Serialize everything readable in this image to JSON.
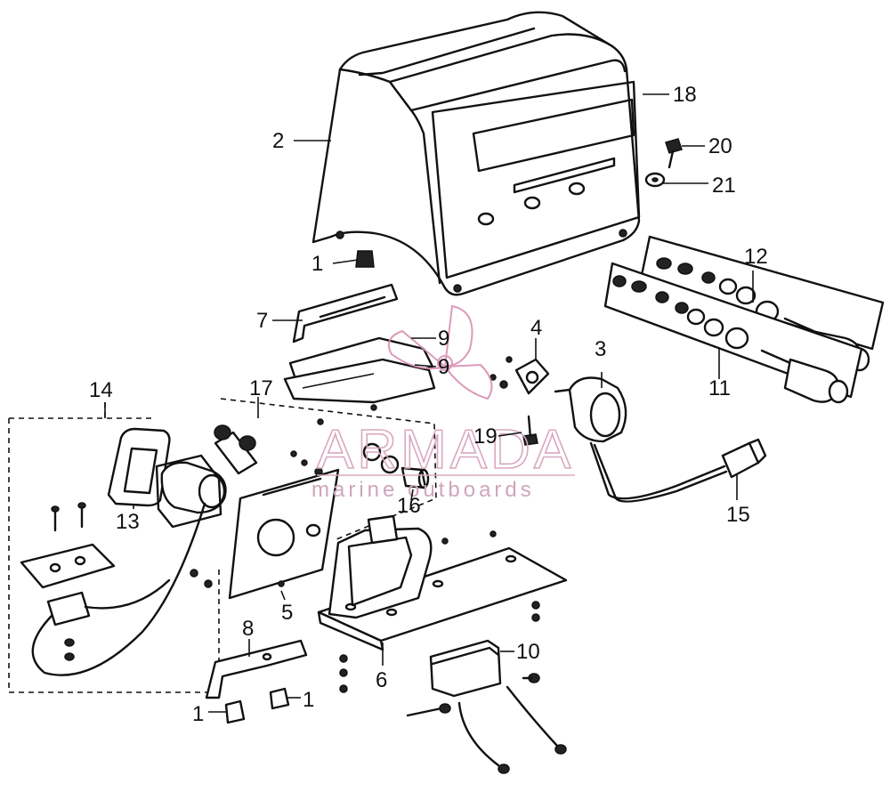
{
  "watermark": {
    "brand": "ARMADA",
    "tagline": "marine outboards",
    "logo_color": "#d98fb4"
  },
  "callouts": [
    {
      "part": "1-a",
      "label": "1"
    },
    {
      "part": "1-b",
      "label": "1"
    },
    {
      "part": "1-c",
      "label": "1"
    },
    {
      "part": "2",
      "label": "2"
    },
    {
      "part": "3",
      "label": "3"
    },
    {
      "part": "4",
      "label": "4"
    },
    {
      "part": "5",
      "label": "5"
    },
    {
      "part": "6",
      "label": "6"
    },
    {
      "part": "7",
      "label": "7"
    },
    {
      "part": "8",
      "label": "8"
    },
    {
      "part": "9-a",
      "label": "9"
    },
    {
      "part": "9-b",
      "label": "9"
    },
    {
      "part": "10",
      "label": "10"
    },
    {
      "part": "11",
      "label": "11"
    },
    {
      "part": "12",
      "label": "12"
    },
    {
      "part": "13",
      "label": "13"
    },
    {
      "part": "14",
      "label": "14"
    },
    {
      "part": "15",
      "label": "15"
    },
    {
      "part": "16",
      "label": "16"
    },
    {
      "part": "17",
      "label": "17"
    },
    {
      "part": "18",
      "label": "18"
    },
    {
      "part": "19",
      "label": "19"
    },
    {
      "part": "20",
      "label": "20"
    },
    {
      "part": "21",
      "label": "21"
    }
  ]
}
